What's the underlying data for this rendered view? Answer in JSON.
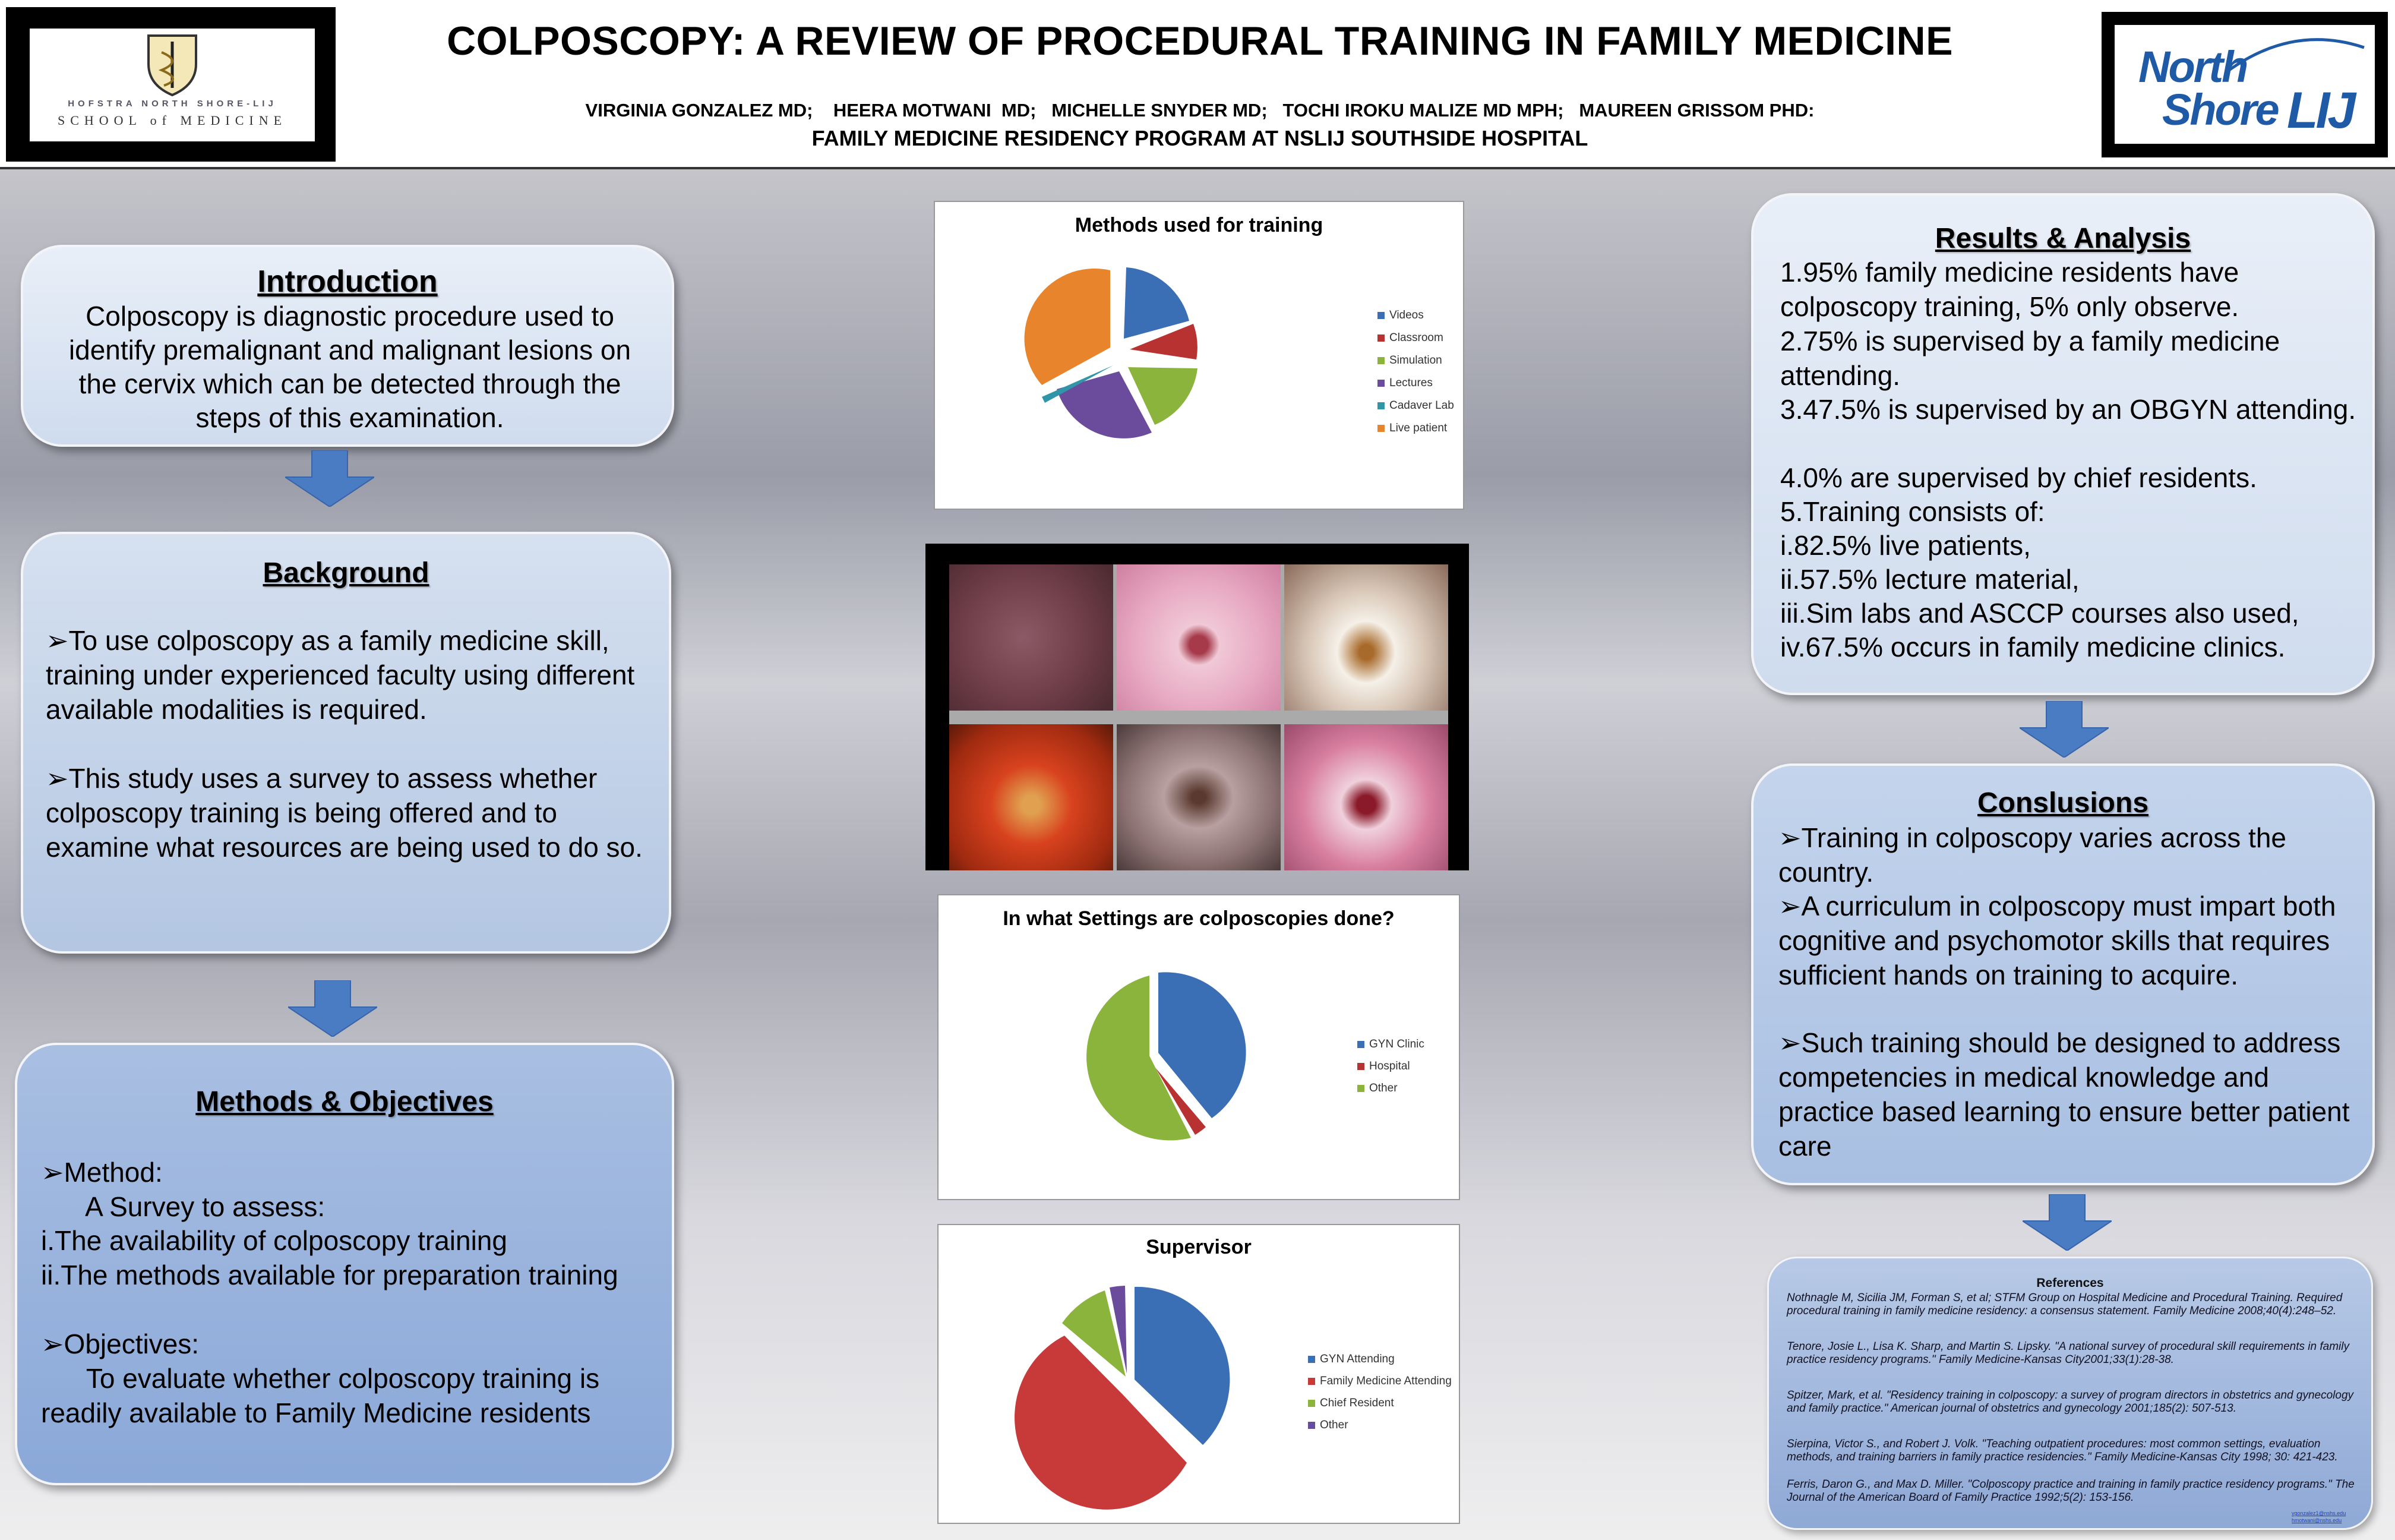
{
  "header": {
    "title": "COLPOSCOPY: A REVIEW OF PROCEDURAL TRAINING IN FAMILY MEDICINE",
    "authors": "VIRGINIA GONZALEZ MD;    HEERA MOTWANI  MD;   MICHELLE SNYDER MD;   TOCHI IROKU MALIZE MD MPH;   MAUREEN GRISSOM PHD:",
    "affiliation": "FAMILY MEDICINE RESIDENCY PROGRAM AT NSLIJ SOUTHSIDE HOSPITAL",
    "left_logo": {
      "top_text": "HOFSTRA NORTH SHORE-LIJ",
      "bottom_text": "SCHOOL of MEDICINE"
    },
    "right_logo": {
      "line1": "North",
      "line2": "Shore",
      "line3": "LIJ"
    }
  },
  "introduction": {
    "title": "Introduction",
    "text": "Colposcopy is diagnostic procedure used to identify premalignant and malignant lesions on the cervix which can be detected through the steps of this examination."
  },
  "background": {
    "title": "Background",
    "para1": "➢To use colposcopy as a family medicine skill, training under experienced faculty using different  available modalities is required.",
    "para2": "➢This study uses a survey to assess whether colposcopy training is being offered and to examine what resources are being used to do so."
  },
  "methods": {
    "title": "Methods & Objectives",
    "lines": [
      "➢Method:",
      "      A Survey to assess:",
      "i.The availability of colposcopy training",
      "ii.The methods available for preparation training",
      "",
      "➢Objectives:",
      "      To evaluate whether colposcopy training is",
      "readily available to Family Medicine residents"
    ]
  },
  "results": {
    "title": "Results & Analysis",
    "lines": [
      "1.95% family medicine residents have colposcopy training, 5% only observe.",
      "2.75%  is  supervised by a family medicine attending.",
      "3.47.5% is supervised by an OBGYN attending.",
      "4.0% are supervised by chief residents.",
      "5.Training consists of:",
      "i.82.5% live patients,",
      "ii.57.5% lecture material,",
      "iii.Sim labs and ASCCP courses also used,",
      "iv.67.5% occurs in family medicine clinics."
    ]
  },
  "conclusions": {
    "title": "Conslusions",
    "lines": [
      "➢Training in colposcopy varies across the country.",
      "➢A curriculum in colposcopy must impart both cognitive and psychomotor skills that requires sufficient hands on training to acquire.",
      "➢Such training should be designed to address competencies in medical knowledge and practice based learning to ensure better patient care"
    ]
  },
  "references": {
    "title": "References",
    "items": [
      "Nothnagle M, Sicilia JM, Forman S, et al; STFM Group on Hospital Medicine and  Procedural Training. Required procedural training in family medicine residency: a  consensus statement. Family Medicine 2008;40(4):248–52.",
      "Tenore, Josie L., Lisa K. Sharp, and Martin S. Lipsky. \"A national survey of procedural skill requirements in family practice residency programs.\" Family Medicine-Kansas City2001;33(1):28-38.",
      "Spitzer, Mark, et al. \"Residency training in colposcopy: a survey of program directors in obstetrics and gynecology and family practice.\" American journal of obstetrics and gynecology 2001;185(2): 507-513.",
      "Sierpina, Victor S., and Robert J. Volk. \"Teaching outpatient procedures: most common settings, evaluation methods, and training barriers in family practice residencies.\" Family Medicine-Kansas City 1998; 30: 421-423.",
      "Ferris, Daron G., and Max D. Miller. \"Colposcopy practice and training in family practice residency programs.\" The Journal of the American Board of Family Practice 1992;5(2): 153-156."
    ],
    "contact1": "vgonzalez1@nshs.edu",
    "contact2": "hmotwani@nshs.edu"
  },
  "charts": {
    "methods": {
      "title": "Methods used for training",
      "legend": [
        "Videos",
        "Classroom",
        "Simulation",
        "Lectures",
        "Cadaver Lab",
        "Live patient"
      ],
      "colors": [
        "#3a6fb6",
        "#b83232",
        "#8ab43c",
        "#6a4b9c",
        "#2f95a8",
        "#e8842c"
      ]
    },
    "settings": {
      "title": "In what Settings are colposcopies done?",
      "legend": [
        "GYN Clinic",
        "Hospital",
        "Other"
      ],
      "colors": [
        "#3a6fb6",
        "#b83232",
        "#8ab43c"
      ]
    },
    "supervisor": {
      "title": "Supervisor",
      "legend": [
        "GYN Attending",
        "Family Medicine Attending",
        "Chief Resident",
        "Other"
      ],
      "colors": [
        "#3a6fb6",
        "#c83a3a",
        "#8ab43c",
        "#6a4b9c"
      ]
    }
  }
}
